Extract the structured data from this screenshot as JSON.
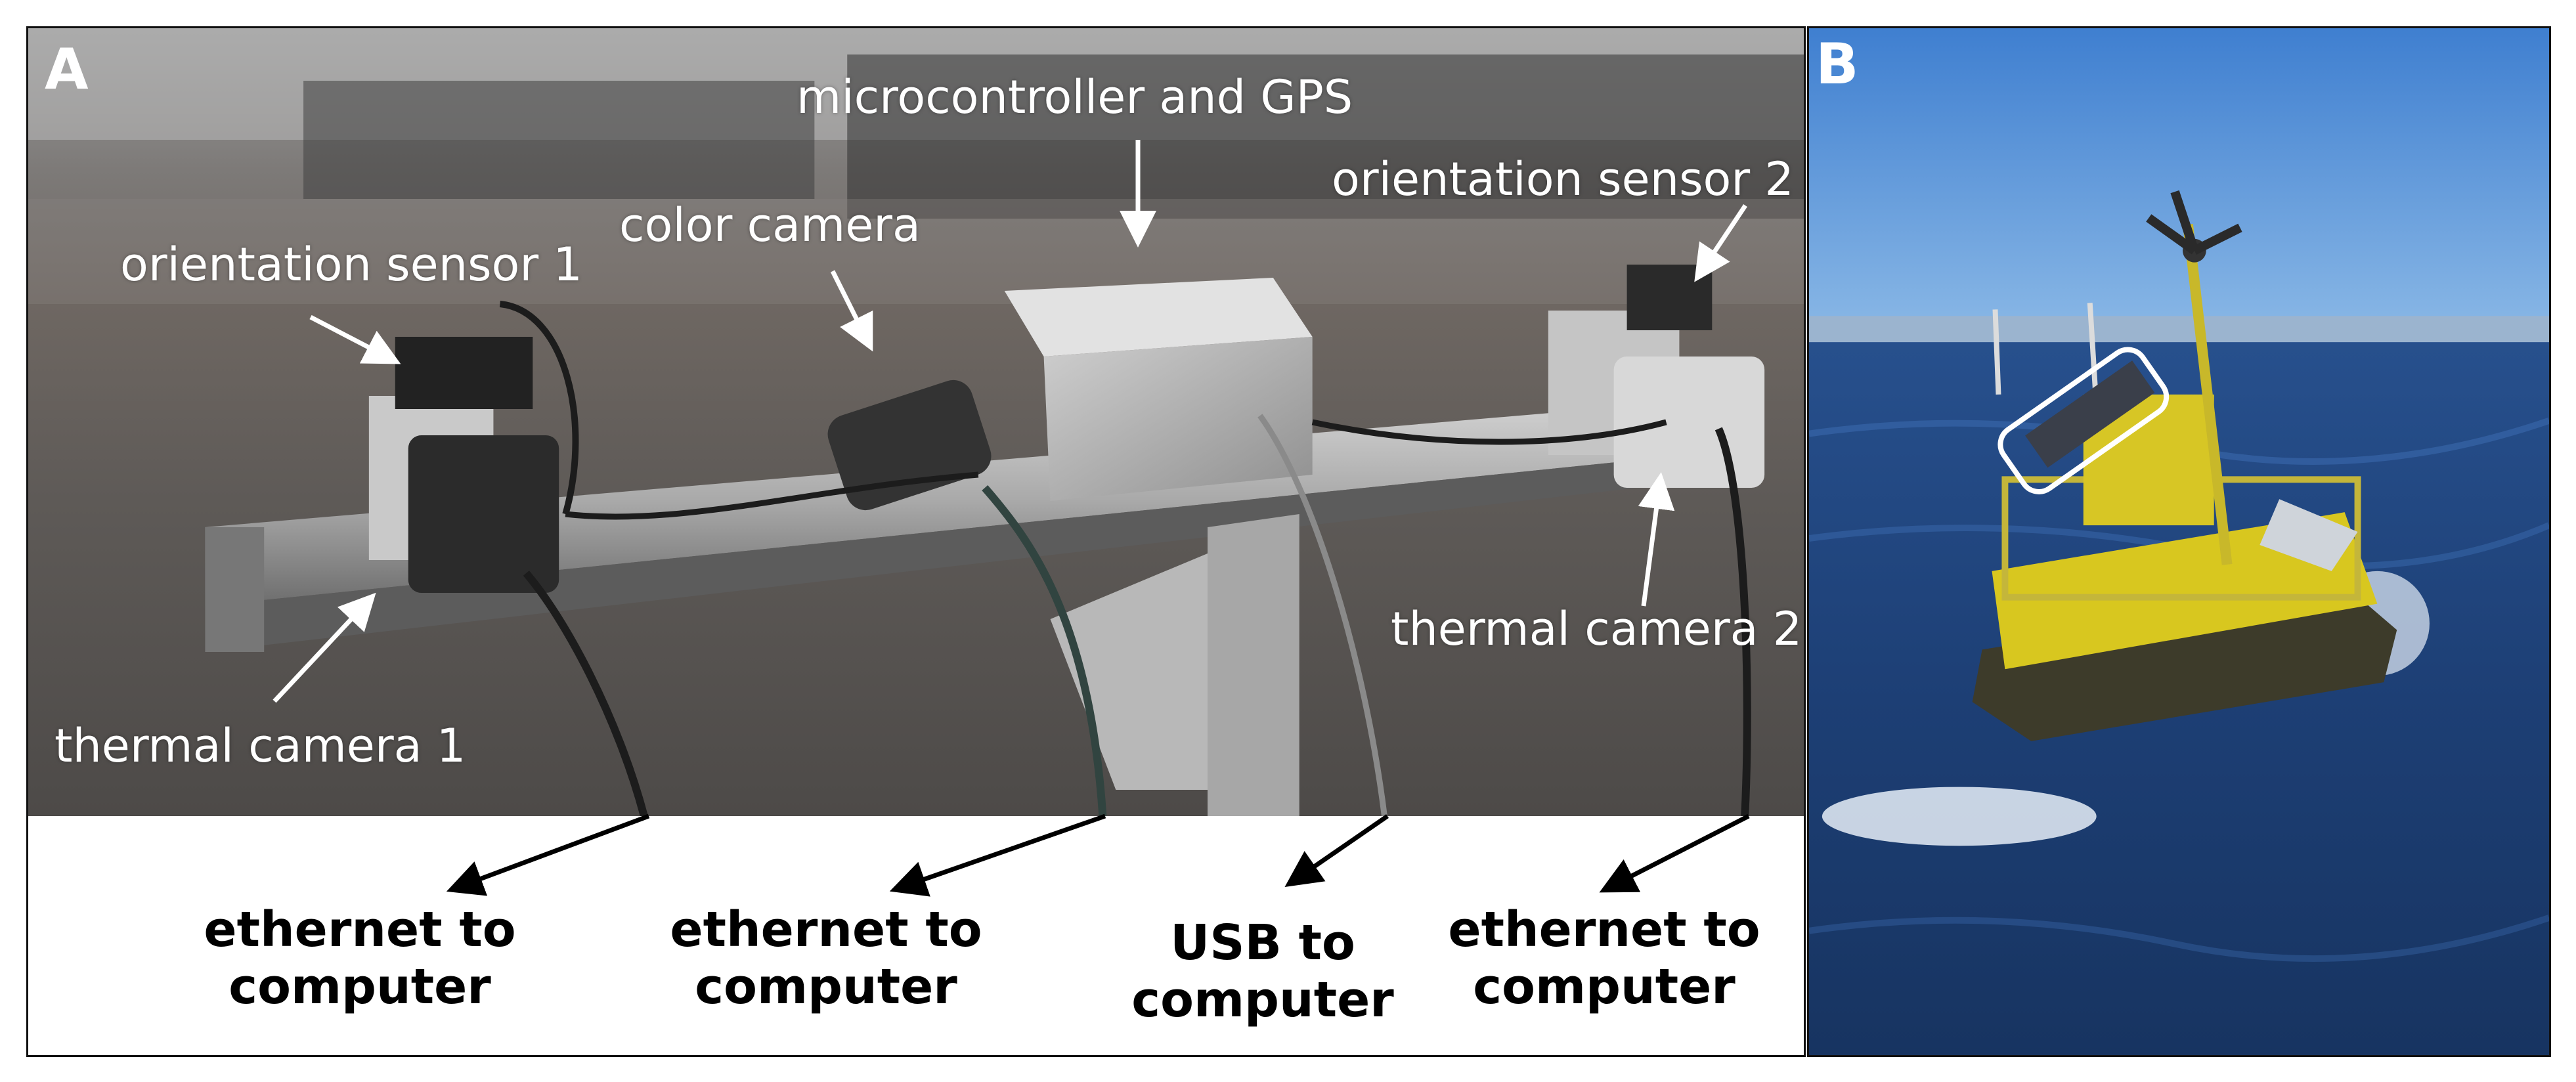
{
  "panel_a": {
    "letter": "A",
    "labels": {
      "microcontroller": "microcontroller and GPS",
      "color_camera": "color camera",
      "orientation_sensor_1": "orientation sensor 1",
      "orientation_sensor_2": "orientation sensor 2",
      "thermal_camera_1": "thermal camera 1",
      "thermal_camera_2": "thermal camera 2"
    },
    "cables": [
      {
        "line1": "ethernet to",
        "line2": "computer"
      },
      {
        "line1": "ethernet to",
        "line2": "computer"
      },
      {
        "line1": "USB to",
        "line2": "computer"
      },
      {
        "line1": "ethernet to",
        "line2": "computer"
      }
    ]
  },
  "panel_b": {
    "letter": "B"
  }
}
